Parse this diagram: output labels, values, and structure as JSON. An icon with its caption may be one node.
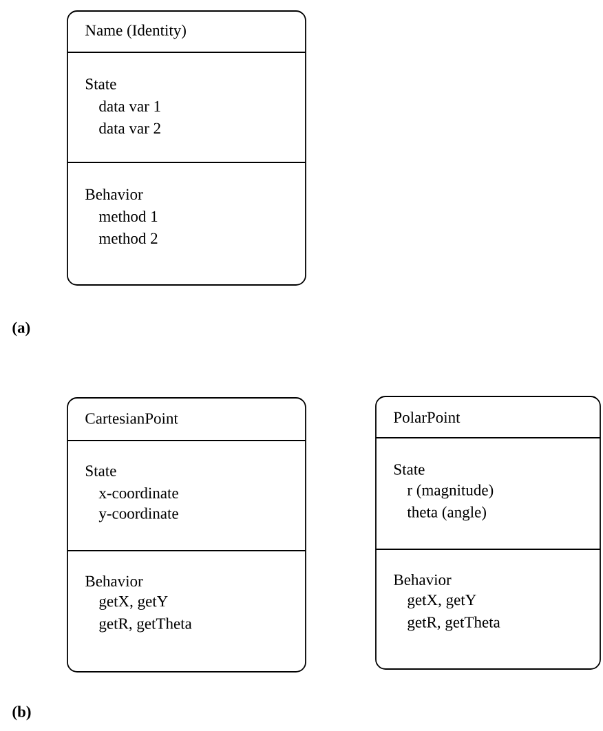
{
  "diagram": {
    "nodes": [
      {
        "text": [
          "Name (Identity)",
          "State",
          "data var 1",
          "data var 2",
          "Behavior",
          "method 1",
          "method 2"
        ]
      },
      {
        "text": [
          "CartesianPoint",
          "State",
          "x-coordinate",
          "y-coordinate",
          "Behavior",
          "getX, getY",
          "getR, getTheta"
        ]
      },
      {
        "text": [
          "PolarPoint",
          "State",
          "r (magnitude)",
          "theta (angle)",
          "Behavior",
          "getX, getY",
          "getR, getTheta"
        ]
      }
    ],
    "labels": [
      "(a)",
      "(b)"
    ]
  }
}
